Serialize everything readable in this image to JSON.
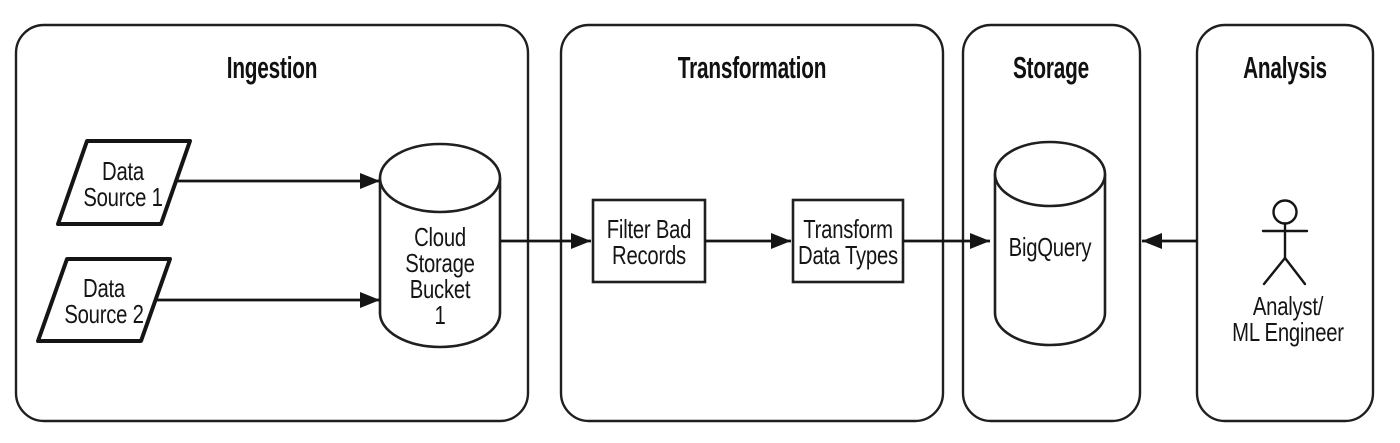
{
  "diagram": {
    "type": "flowchart",
    "panels": [
      {
        "id": "ingestion",
        "title": "Ingestion"
      },
      {
        "id": "transformation",
        "title": "Transformation"
      },
      {
        "id": "storage",
        "title": "Storage"
      },
      {
        "id": "analysis",
        "title": "Analysis"
      }
    ],
    "nodes": {
      "data_source_1": {
        "label": "Data\nSource 1",
        "shape": "parallelogram",
        "panel": "ingestion"
      },
      "data_source_2": {
        "label": "Data\nSource 2",
        "shape": "parallelogram",
        "panel": "ingestion"
      },
      "cloud_storage_bucket_1": {
        "label": "Cloud\nStorage\nBucket\n1",
        "shape": "cylinder",
        "panel": "ingestion"
      },
      "filter_bad_records": {
        "label": "Filter Bad\nRecords",
        "shape": "rectangle",
        "panel": "transformation"
      },
      "transform_data_types": {
        "label": "Transform\nData Types",
        "shape": "rectangle",
        "panel": "transformation"
      },
      "bigquery": {
        "label": "BigQuery",
        "shape": "cylinder",
        "panel": "storage"
      },
      "analyst_ml_engineer": {
        "label": "Analyst/\nML Engineer",
        "shape": "person",
        "panel": "analysis"
      }
    },
    "edges": [
      {
        "from": "data_source_1",
        "to": "cloud_storage_bucket_1"
      },
      {
        "from": "data_source_2",
        "to": "cloud_storage_bucket_1"
      },
      {
        "from": "cloud_storage_bucket_1",
        "to": "filter_bad_records"
      },
      {
        "from": "filter_bad_records",
        "to": "transform_data_types"
      },
      {
        "from": "transform_data_types",
        "to": "bigquery"
      },
      {
        "from": "analyst_ml_engineer",
        "to": "bigquery"
      }
    ],
    "colors": {
      "stroke": "#1a1a1a",
      "background": "#ffffff"
    }
  }
}
